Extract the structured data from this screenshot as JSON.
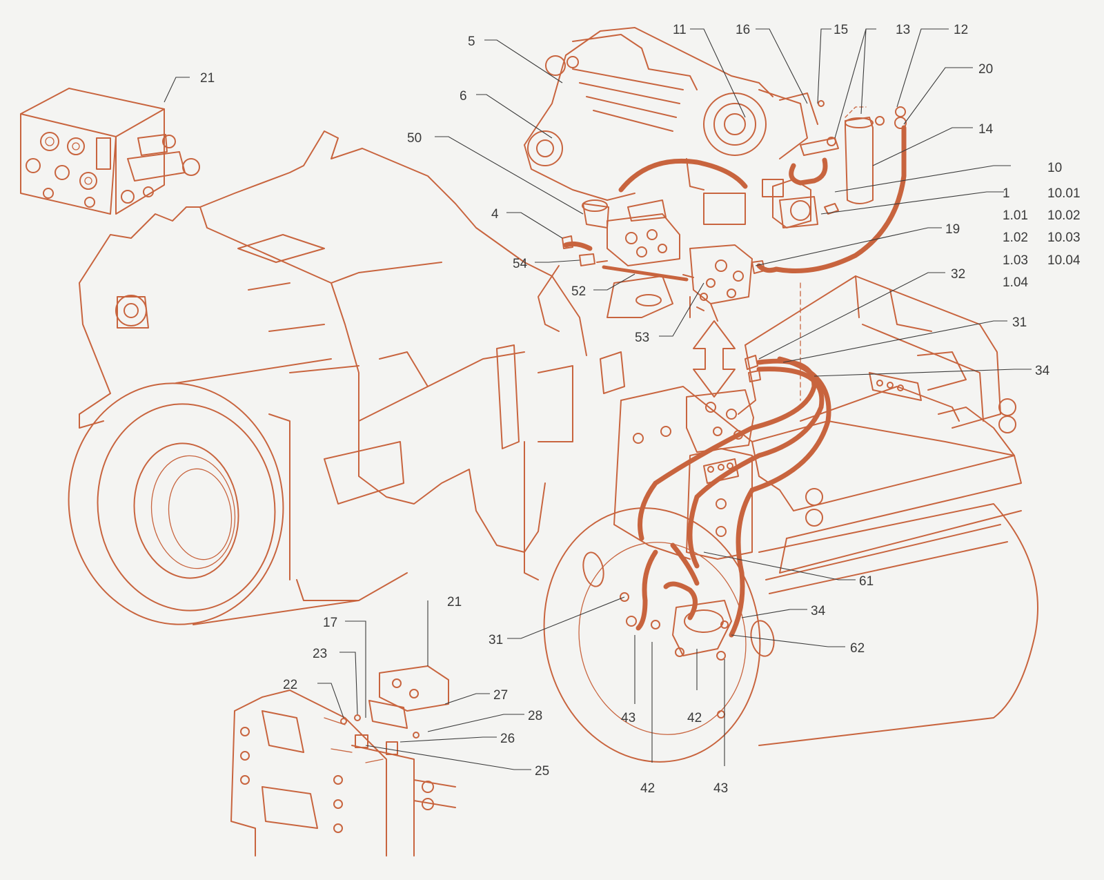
{
  "colors": {
    "drawing": "#c8643e",
    "labels": "#3a3a3a",
    "background": "#f4f4f2"
  },
  "callouts": {
    "c21a": "21",
    "c5": "5",
    "c11": "11",
    "c16": "16",
    "c15": "15",
    "c13": "13",
    "c12": "12",
    "c20": "20",
    "c6": "6",
    "c14": "14",
    "c50": "50",
    "c10": "10",
    "c1": "1",
    "c1_01": "1.01",
    "c1_02": "1.02",
    "c1_03": "1.03",
    "c1_04": "1.04",
    "c10_01": "10.01",
    "c10_02": "10.02",
    "c10_03": "10.03",
    "c10_04": "10.04",
    "c4": "4",
    "c19": "19",
    "c54": "54",
    "c52": "52",
    "c53": "53",
    "c32": "32",
    "c31a": "31",
    "c34a": "34",
    "c61": "61",
    "c34b": "34",
    "c31b": "31",
    "c62": "62",
    "c43a": "43",
    "c42a": "42",
    "c42b": "42",
    "c43b": "43",
    "c21b": "21",
    "c17": "17",
    "c23": "23",
    "c22": "22",
    "c27": "27",
    "c28": "28",
    "c26": "26",
    "c25": "25"
  }
}
